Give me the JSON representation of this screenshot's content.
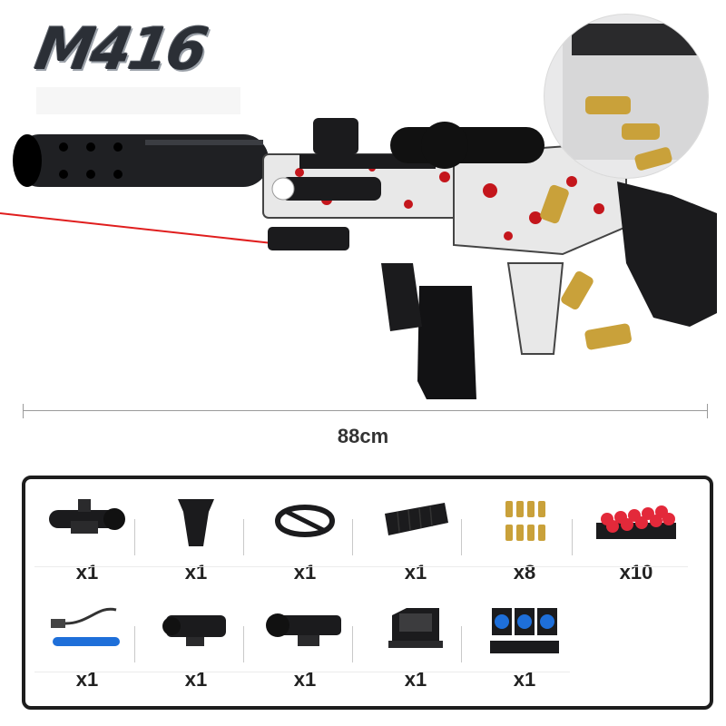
{
  "product": {
    "title": "M416",
    "length_label": "88cm"
  },
  "accessories": [
    {
      "name": "red-dot-scope",
      "qty": "x1"
    },
    {
      "name": "foregrip",
      "qty": "x1"
    },
    {
      "name": "sling-strap",
      "qty": "x1"
    },
    {
      "name": "magazine",
      "qty": "x1"
    },
    {
      "name": "shell-casings",
      "qty": "x8"
    },
    {
      "name": "soft-bullet-rack",
      "qty": "x10"
    },
    {
      "name": "usb-charging-cable",
      "qty": "x1"
    },
    {
      "name": "laser-sight",
      "qty": "x1"
    },
    {
      "name": "tactical-flashlight",
      "qty": "x1"
    },
    {
      "name": "holographic-sight",
      "qty": "x1"
    },
    {
      "name": "target-set",
      "qty": "x1"
    }
  ],
  "colors": {
    "accent_red": "#c4161c",
    "brass": "#c9a13a",
    "dark": "#1b1b1d",
    "blue": "#1e6fd9"
  }
}
